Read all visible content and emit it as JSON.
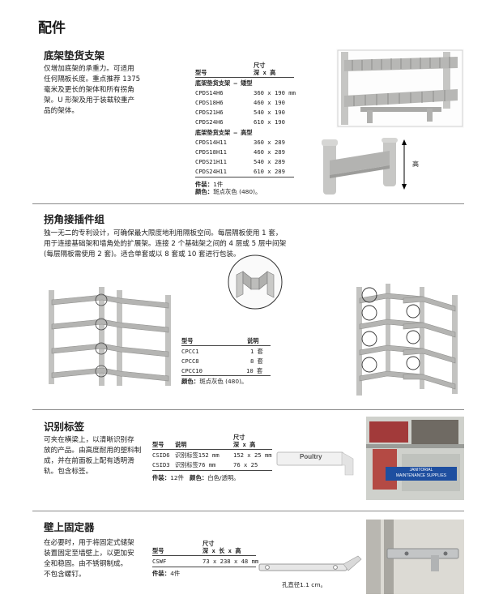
{
  "page": {
    "title": "配件"
  },
  "section1": {
    "title": "底架垫货支架",
    "desc": [
      "仅增加底架的承重力。可适用",
      "任何隔板长度。重点推荐 1375",
      "毫米及更长的架体和所有拐角",
      "架。U 形架及用于装载较重产",
      "品的架体。"
    ],
    "table": {
      "head_top": "尺寸",
      "head_model": "型号",
      "head_dims": "深 x 高",
      "group1": "底架垫货支架 – 矮型",
      "rows1": [
        {
          "model": "CPDS14H6",
          "dims": "360 x 190 mm"
        },
        {
          "model": "CPDS18H6",
          "dims": "460 x 190"
        },
        {
          "model": "CPDS21H6",
          "dims": "540 x 190"
        },
        {
          "model": "CPDS24H6",
          "dims": "610 x 190"
        }
      ],
      "group2": "底架垫货支架 – 高型",
      "rows2": [
        {
          "model": "CPDS14H11",
          "dims": "360 x 289"
        },
        {
          "model": "CPDS18H11",
          "dims": "460 x 289"
        },
        {
          "model": "CPDS21H11",
          "dims": "540 x 289"
        },
        {
          "model": "CPDS24H11",
          "dims": "610 x 289"
        }
      ],
      "pack_label": "件装：",
      "pack_value": "1件",
      "color_label": "颜色：",
      "color_value": "斑点灰色 (480)。"
    },
    "height_label": "高"
  },
  "section2": {
    "title": "拐角接插件组",
    "desc": [
      "独一无二的专利设计，可确保最大限度地利用隔板空间。每层隔板使用 1 套，",
      "用于连接基础架和墙角处的扩展架。连接 2 个基础架之间的 4 层或 5 层中间架",
      "(每层隔板需使用 2 套)。适合单套或以 8 套或 10 套进行包装。"
    ],
    "table": {
      "head_model": "型号",
      "head_desc": "说明",
      "rows": [
        {
          "model": "CPCC1",
          "desc": "1 套"
        },
        {
          "model": "CPCC8",
          "desc": "8 套"
        },
        {
          "model": "CPCC10",
          "desc": "10 套"
        }
      ],
      "color_label": "颜色：",
      "color_value": "斑点灰色 (480)。"
    }
  },
  "section3": {
    "title": "识别标签",
    "desc": [
      "可夹在横梁上，以清晰识别存",
      "放的产品。由高度耐用的塑料制",
      "成，并在前面板上配有透明滑",
      "轨。包含标签。"
    ],
    "table": {
      "head_top": "尺寸",
      "head_model": "型号",
      "head_desc": "说明",
      "head_dims": "深 x 高",
      "rows": [
        {
          "model": "CSID6",
          "desc": "识别标签152 mm",
          "dims": "152 x 25 mm"
        },
        {
          "model": "CSID3",
          "desc": "识别标签76 mm",
          "dims": "76 x 25"
        }
      ],
      "pack_label": "件装：",
      "pack_value": "12件",
      "color_label": "颜色：",
      "color_value": "白色/透明。"
    },
    "tag_text": "Poultry",
    "photo_label_line1": "JANITORIAL",
    "photo_label_line2": "MAINTENANCE SUPPLIES"
  },
  "section4": {
    "title": "壁上固定器",
    "desc": [
      "在必要时，用于将固定式储架",
      "装置固定至墙壁上，以更加安",
      "全和稳固。由不锈钢制成。",
      "不包含螺钉。"
    ],
    "table": {
      "head_top": "尺寸",
      "head_model": "型号",
      "head_dims": "深 x 长 x 高",
      "rows": [
        {
          "model": "CSWF",
          "dims": "73 x 238 x 48 mm"
        }
      ],
      "pack_label": "件装：",
      "pack_value": "4件"
    },
    "hole_caption": "孔直径1.1 cm。"
  },
  "colors": {
    "shelf_gray": "#bdbdbb",
    "shelf_dark": "#8c8c8a",
    "rule": "#8a8a8a",
    "accent_blue": "#1e4fa0"
  }
}
